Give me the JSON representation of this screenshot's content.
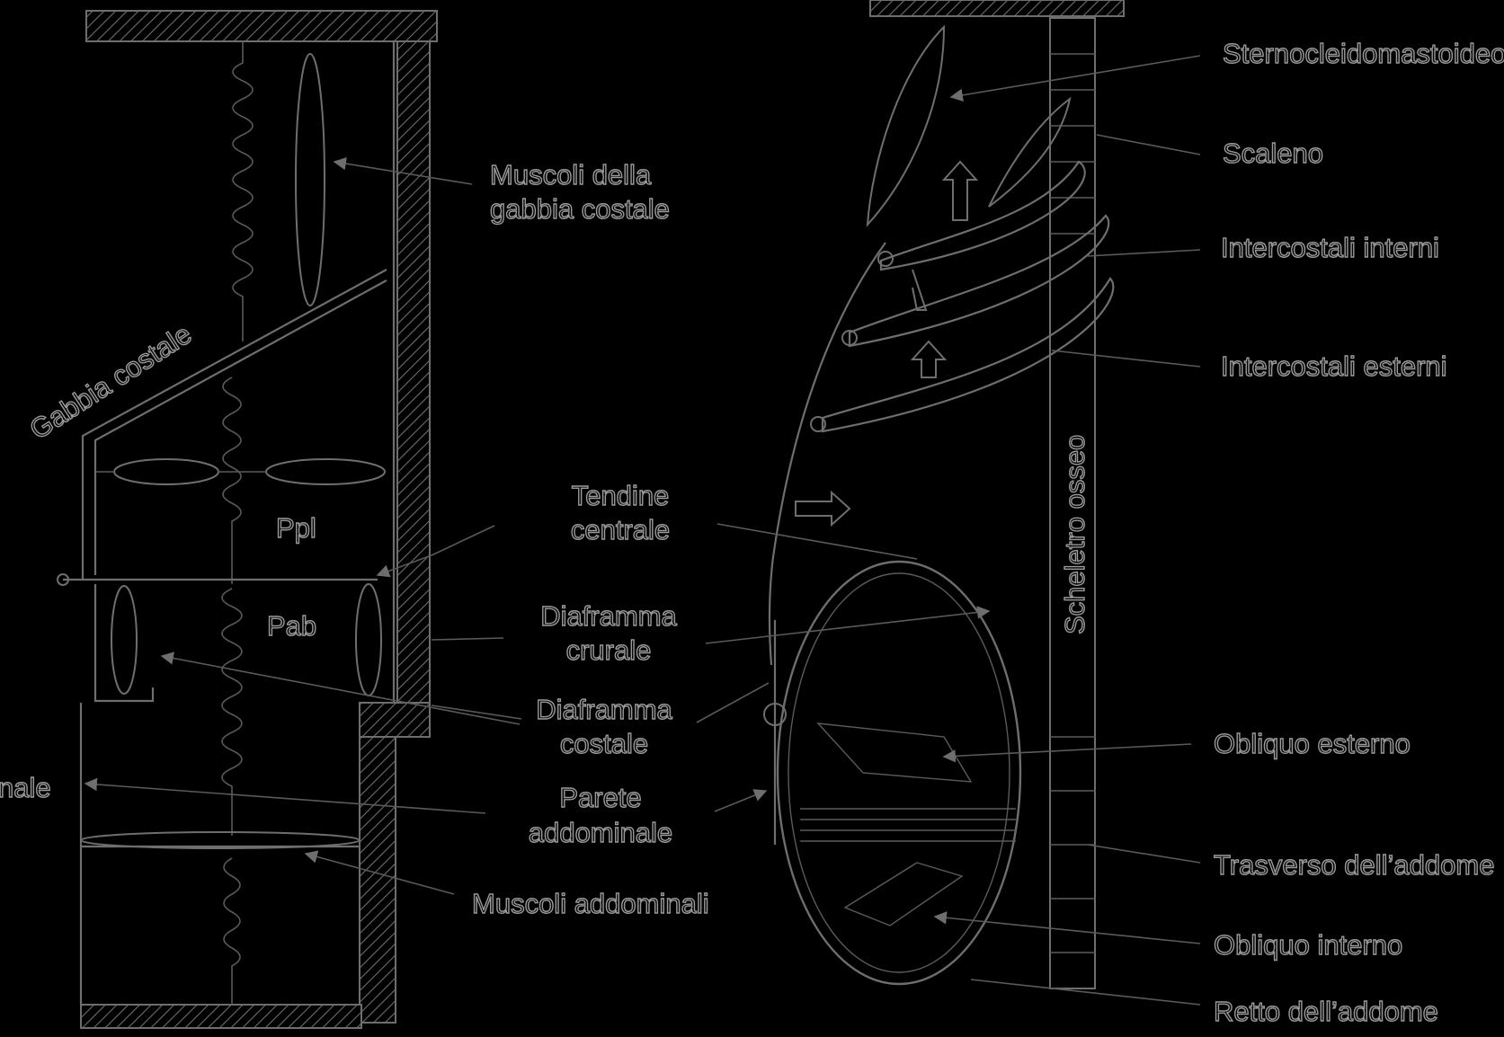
{
  "left_model": {
    "rib_cage_label": "Gabbia costale",
    "rib_cage_muscles_label": "Muscoli della\ngabbia costale",
    "ppl_label": "Ppl",
    "pab_label": "Pab",
    "central_tendon_label": "Tendine\ncentrale",
    "crural_diaphragm_label": "Diaframma\ncrurale",
    "costal_diaphragm_label": "Diaframma\ncostale",
    "abdominal_wall_label": "Parete\naddominale",
    "abdominal_muscles_label": "Muscoli addominali",
    "cut_off_label": "nale"
  },
  "right_anatomy": {
    "bony_skeleton_label": "Scheletro osseo",
    "muscles": [
      "Sternocleidomastoideo",
      "Scaleno",
      "Intercostali interni",
      "Intercostali esterni",
      "Obliquo esterno",
      "Trasverso dell’addome",
      "Obliquo interno",
      "Retto dell’addome"
    ]
  },
  "colors": {
    "background": "#000000",
    "line": "#6e6e6e",
    "text_outline": "#9a9a9a"
  }
}
